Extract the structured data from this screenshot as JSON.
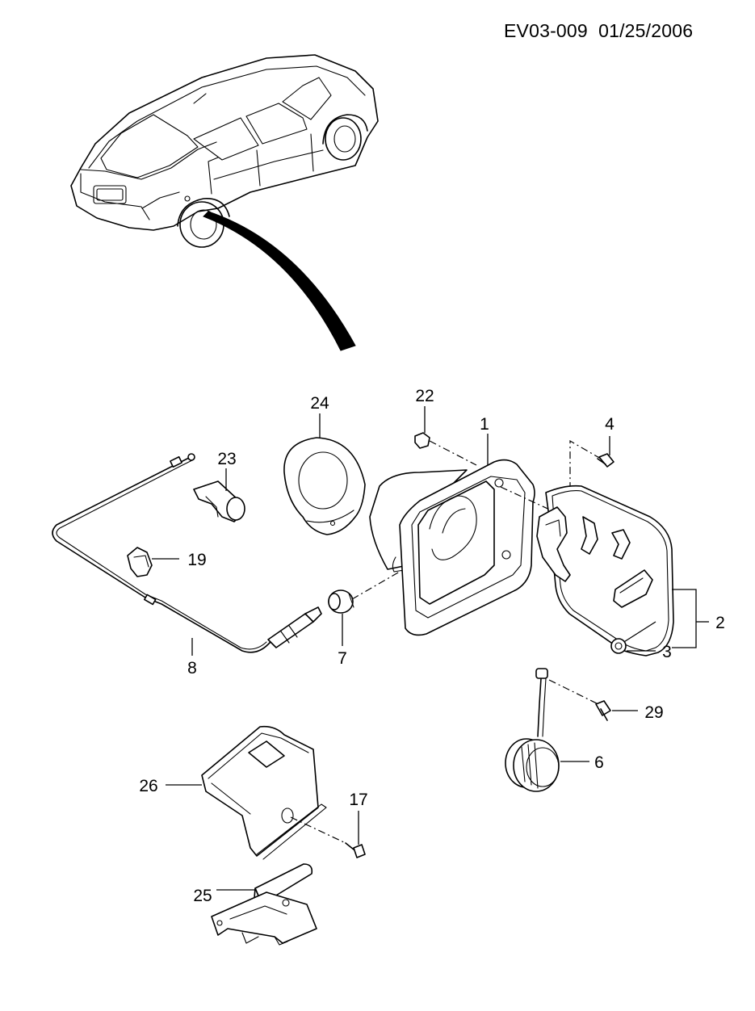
{
  "header": {
    "doc_code": "EV03-009",
    "date": "01/25/2006"
  },
  "callouts": {
    "p1": "1",
    "p2": "2",
    "p3": "3",
    "p4": "4",
    "p6": "6",
    "p7": "7",
    "p8": "8",
    "p17": "17",
    "p19": "19",
    "p22": "22",
    "p23": "23",
    "p24": "24",
    "p25": "25",
    "p26": "26",
    "p29": "29"
  },
  "colors": {
    "line": "#000000",
    "background": "#ffffff"
  }
}
